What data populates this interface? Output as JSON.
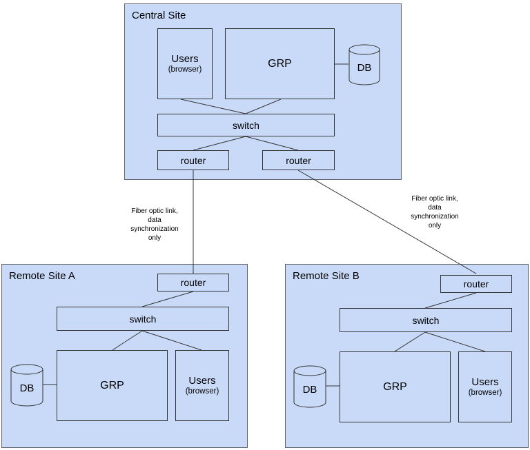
{
  "central": {
    "title": "Central Site",
    "users_label": "Users",
    "users_sub": "(browser)",
    "grp_label": "GRP",
    "db_label": "DB",
    "switch_label": "switch",
    "router_left": "router",
    "router_right": "router"
  },
  "remote_a": {
    "title": "Remote Site A",
    "router_label": "router",
    "switch_label": "switch",
    "grp_label": "GRP",
    "db_label": "DB",
    "users_label": "Users",
    "users_sub": "(browser)"
  },
  "remote_b": {
    "title": "Remote Site B",
    "router_label": "router",
    "switch_label": "switch",
    "grp_label": "GRP",
    "db_label": "DB",
    "users_label": "Users",
    "users_sub": "(browser)"
  },
  "links": {
    "a": [
      "Fiber optic link,",
      "data",
      "synchronization",
      "only"
    ],
    "b": [
      "Fiber optic link,",
      "data",
      "synchronization",
      "only"
    ]
  },
  "colors": {
    "site_fill": "#c9daf8",
    "border": "#333333"
  }
}
